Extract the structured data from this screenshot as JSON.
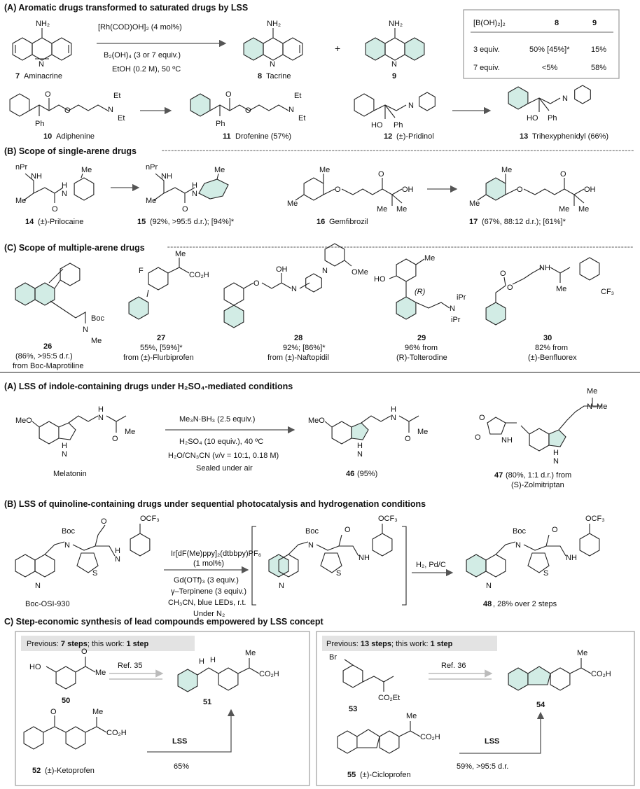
{
  "part1": {
    "title_A": "(A) Aromatic drugs transformed to saturated drugs by LSS",
    "title_B": "(B) Scope of single-arene drugs",
    "title_C": "(C) Scope of multiple-arene drugs",
    "reaction_A": {
      "reagent_1": "[Rh(COD)OH]₂ (4 mol%)",
      "reagent_2": "B₂(OH)₄ (3 or 7 equiv.)",
      "reagent_3": "EtOH (0.2 M), 50 ºC",
      "plus": "+"
    },
    "table": {
      "header": [
        "[B(OH)₂]₂",
        "8",
        "9"
      ],
      "rows": [
        [
          "3 equiv.",
          "50% [45%]*",
          "15%"
        ],
        [
          "7 equiv.",
          "<5%",
          "58%"
        ]
      ]
    },
    "compounds": [
      {
        "num": "7",
        "name": "Aminacrine"
      },
      {
        "num": "8",
        "name": "Tacrine"
      },
      {
        "num": "9",
        "name": ""
      },
      {
        "num": "10",
        "name": "Adiphenine"
      },
      {
        "num": "11",
        "name": "Drofenine (57%)"
      },
      {
        "num": "12",
        "name": "(±)-Pridinol"
      },
      {
        "num": "13",
        "name": "Trihexyphenidyl (66%)"
      },
      {
        "num": "14",
        "name": "(±)-Prilocaine"
      },
      {
        "num": "15",
        "name": "(92%, >95:5 d.r.); [94%]*"
      },
      {
        "num": "16",
        "name": "Gemfibrozil"
      },
      {
        "num": "17",
        "name": "(67%, 88:12 d.r.); [61%]*"
      },
      {
        "num": "26",
        "line2": "(86%, >95:5 d.r.)",
        "line3": "from Boc-Maprotiline"
      },
      {
        "num": "27",
        "line2": "55%, [59%]*",
        "line3": "from (±)-Flurbiprofen"
      },
      {
        "num": "28",
        "line2": "92%; [86%]*",
        "line3": "from (±)-Naftopidil"
      },
      {
        "num": "29",
        "line2": "96% from",
        "line3": "(R)-Tolterodine"
      },
      {
        "num": "30",
        "line2": "82% from",
        "line3": "(±)-Benfluorex"
      }
    ]
  },
  "part2": {
    "title_A": "(A) LSS of indole-containing drugs under H₂SO₄-mediated conditions",
    "reaction_A": {
      "reagent_1": "Me₃N·BH₃ (2.5 equiv.)",
      "reagent_2": "H₂SO₄ (10 equiv.), 40 ºC",
      "reagent_3": "H₂O/CN₃CN (v/v = 10:1,  0.18 M)",
      "reagent_4": "Sealed under air"
    },
    "melatonin": "Melatonin",
    "c46": {
      "num": "46",
      "yield": "(95%)"
    },
    "c47": {
      "num": "47",
      "line1": "(80%, 1:1 d.r.) from",
      "line2": "(S)-Zolmitriptan"
    },
    "title_B": "(B) LSS of quinoline-containing drugs under sequential photocatalysis and hydrogenation conditions",
    "reaction_B": {
      "reagent_1": "Ir[dF(Me)ppy]₂(dtbbpy)PF₆",
      "reagent_2": "(1 mol%)",
      "reagent_3": "Gd(OTf)₃ (3 equiv.)",
      "reagent_4": "γ–Terpinene (3 equiv.)",
      "reagent_5": "CH₃CN, blue LEDs, r.t.",
      "reagent_6": "Under N₂",
      "step2": "H₂, Pd/C"
    },
    "boc_osi": "Boc-OSI-930",
    "c48": {
      "num": "48",
      "yield": ", 28% over 2 steps"
    },
    "title_C": "C) Step-economic synthesis of lead compounds empowered by LSS concept",
    "box1": {
      "banner": [
        "Previous: ",
        "7 steps",
        "; this work: ",
        "1 step"
      ],
      "ref": "Ref. 35",
      "lss": "LSS",
      "yield": "65%",
      "c50": "50",
      "c51": "51",
      "c52": {
        "num": "52",
        "name": "(±)-Ketoprofen"
      }
    },
    "box2": {
      "banner": [
        "Previous: ",
        "13 steps",
        "; this work: ",
        "1 step"
      ],
      "ref": "Ref. 36",
      "lss": "LSS",
      "yield": "59%, >95:5 d.r.",
      "c53": "53",
      "c54": "54",
      "c55": {
        "num": "55",
        "name": "(±)-Cicloprofen"
      }
    }
  },
  "atoms": {
    "nh2": "NH₂",
    "n": "N",
    "nh": "NH",
    "h": "H",
    "o": "O",
    "oh": "OH",
    "ho": "HO",
    "f": "F",
    "me": "Me",
    "et": "Et",
    "ph": "Ph",
    "npr": "nPr",
    "ipr": "iPr",
    "boc": "Boc",
    "s": "S",
    "co2h": "CO₂H",
    "co2et": "CO₂Et",
    "ocf3": "OCF₃",
    "cf3": "CF₃",
    "ome": "OMe",
    "meo": "MeO",
    "br": "Br",
    "r": "(R)",
    "nme": "N–Me"
  }
}
